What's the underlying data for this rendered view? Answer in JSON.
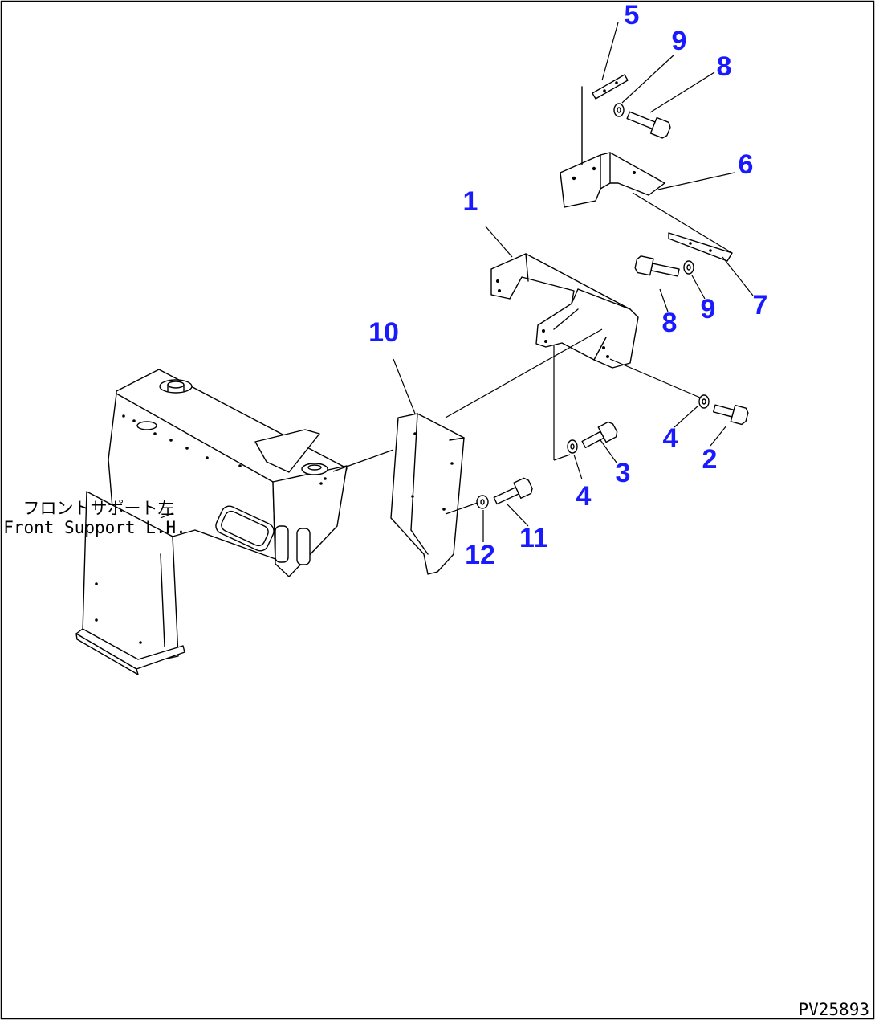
{
  "drawing_id": "PV25893",
  "callout_color": "#1a1aff",
  "reference_label": {
    "japanese": "フロントサポート左",
    "english": "Front Support L.H."
  },
  "callouts": [
    {
      "id": "c5",
      "text": "5"
    },
    {
      "id": "c9a",
      "text": "9"
    },
    {
      "id": "c8a",
      "text": "8"
    },
    {
      "id": "c6",
      "text": "6"
    },
    {
      "id": "c1",
      "text": "1"
    },
    {
      "id": "c7",
      "text": "7"
    },
    {
      "id": "c9b",
      "text": "9"
    },
    {
      "id": "c8b",
      "text": "8"
    },
    {
      "id": "c10",
      "text": "10"
    },
    {
      "id": "c4a",
      "text": "4"
    },
    {
      "id": "c2",
      "text": "2"
    },
    {
      "id": "c3",
      "text": "3"
    },
    {
      "id": "c4b",
      "text": "4"
    },
    {
      "id": "c11",
      "text": "11"
    },
    {
      "id": "c12",
      "text": "12"
    }
  ]
}
